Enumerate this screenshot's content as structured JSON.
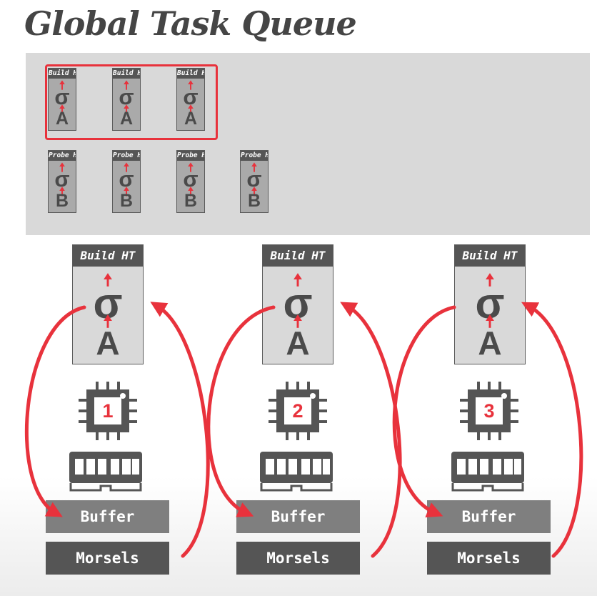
{
  "title": "Global Task Queue",
  "task_queue": {
    "build_tasks": [
      {
        "header": "Build HT",
        "op": "σ",
        "relation": "A"
      },
      {
        "header": "Build HT",
        "op": "σ",
        "relation": "A"
      },
      {
        "header": "Build HT",
        "op": "σ",
        "relation": "A"
      }
    ],
    "probe_tasks": [
      {
        "header": "Probe HT",
        "op": "σ",
        "relation": "B"
      },
      {
        "header": "Probe HT",
        "op": "σ",
        "relation": "B"
      },
      {
        "header": "Probe HT",
        "op": "σ",
        "relation": "B"
      },
      {
        "header": "Probe HT",
        "op": "σ",
        "relation": "B"
      }
    ]
  },
  "workers": [
    {
      "core_number": "1",
      "task": {
        "header": "Build HT",
        "op": "σ",
        "relation": "A"
      },
      "buffer_label": "Buffer",
      "morsels_label": "Morsels"
    },
    {
      "core_number": "2",
      "task": {
        "header": "Build HT",
        "op": "σ",
        "relation": "A"
      },
      "buffer_label": "Buffer",
      "morsels_label": "Morsels"
    },
    {
      "core_number": "3",
      "task": {
        "header": "Build HT",
        "op": "σ",
        "relation": "A"
      },
      "buffer_label": "Buffer",
      "morsels_label": "Morsels"
    }
  ],
  "colors": {
    "accent": "#e8323c",
    "dark": "#555555",
    "panel": "#d9d9d9",
    "card": "#aaaaaa"
  }
}
